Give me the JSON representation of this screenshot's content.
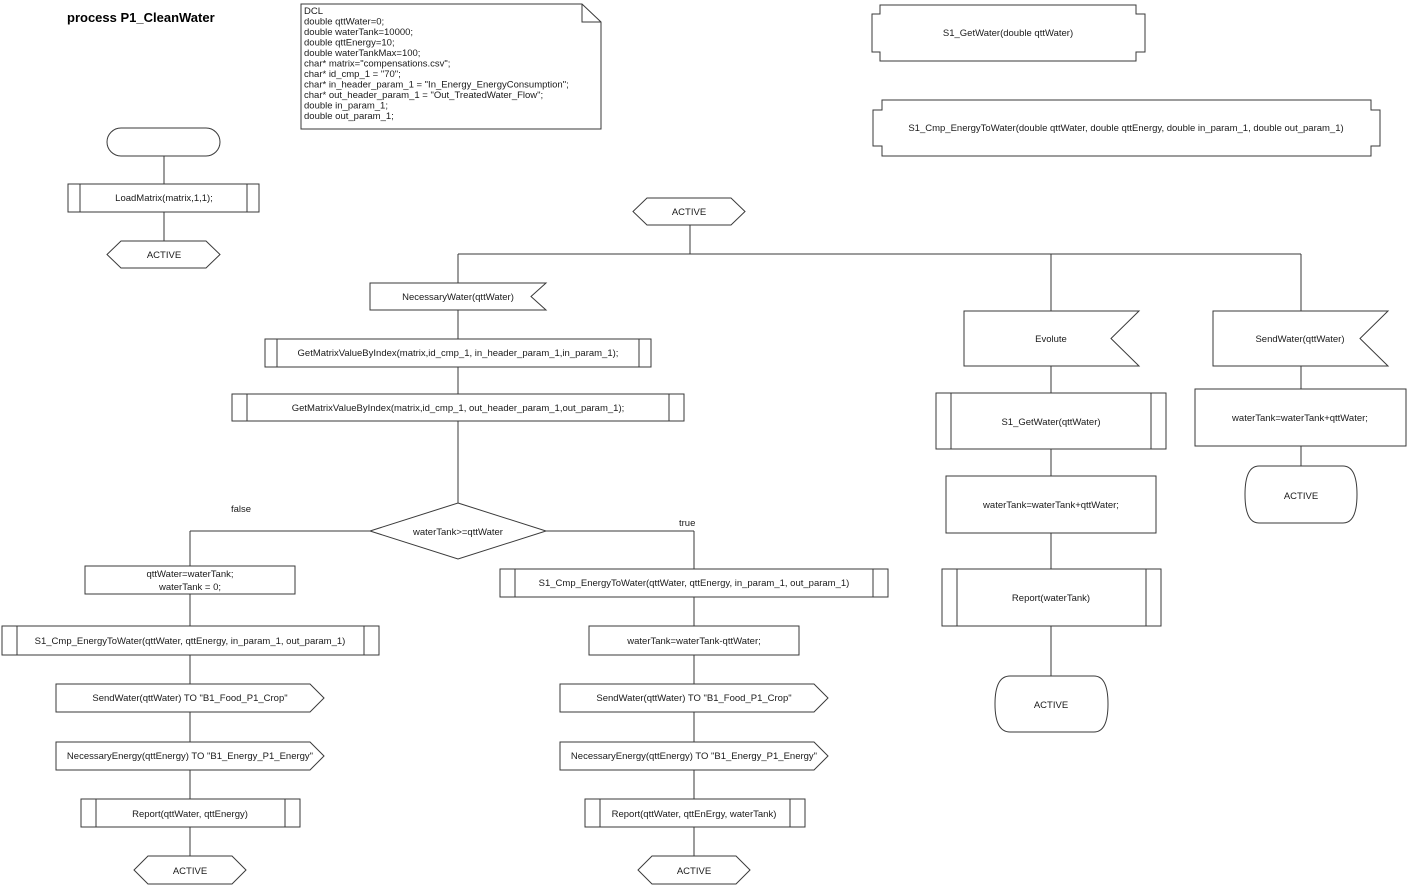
{
  "title": "process P1_CleanWater",
  "declarations": [
    "DCL",
    "double qttWater=0;",
    "double waterTank=10000;",
    "double qttEnergy=10;",
    "double waterTankMax=100;",
    "char* matrix=\"compensations.csv\";",
    "char* id_cmp_1 = \"70\";",
    "char* in_header_param_1 = \"In_Energy_EnergyConsumption\";",
    "char* out_header_param_1 = \"Out_TreatedWater_Flow\";",
    "double in_param_1;",
    "double out_param_1;"
  ],
  "procedures": {
    "get_water": "S1_GetWater(double qttWater)",
    "cmp_energy": "S1_Cmp_EnergyToWater(double qttWater, double qttEnergy, double in_param_1, double out_param_1)"
  },
  "start": {
    "load_matrix": "LoadMatrix(matrix,1,1);",
    "next_state": "ACTIVE"
  },
  "state_active": "ACTIVE",
  "branch_necessary": {
    "signal": "NecessaryWater(qttWater)",
    "get_in": "GetMatrixValueByIndex(matrix,id_cmp_1, in_header_param_1,in_param_1);",
    "get_out": "GetMatrixValueByIndex(matrix,id_cmp_1, out_header_param_1,out_param_1);",
    "decision": "waterTank>=qttWater",
    "false_label": "false",
    "true_label": "true",
    "false_path": {
      "task_lines": [
        "qttWater=waterTank;",
        "waterTank = 0;"
      ],
      "cmp": "S1_Cmp_EnergyToWater(qttWater, qttEnergy, in_param_1, out_param_1)",
      "send_water": "SendWater(qttWater) TO \"B1_Food_P1_Crop\"",
      "send_energy": "NecessaryEnergy(qttEnergy) TO \"B1_Energy_P1_Energy\"",
      "report": "Report(qttWater, qttEnergy)",
      "state": "ACTIVE"
    },
    "true_path": {
      "cmp": "S1_Cmp_EnergyToWater(qttWater, qttEnergy, in_param_1, out_param_1)",
      "task": "waterTank=waterTank-qttWater;",
      "send_water": "SendWater(qttWater) TO \"B1_Food_P1_Crop\"",
      "send_energy": "NecessaryEnergy(qttEnergy) TO \"B1_Energy_P1_Energy\"",
      "report": "Report(qttWater, qttEnErgy, waterTank)",
      "state": "ACTIVE"
    }
  },
  "branch_evolute": {
    "signal": "Evolute",
    "proc_call": "S1_GetWater(qttWater)",
    "task": "waterTank=waterTank+qttWater;",
    "report": "Report(waterTank)",
    "state": "ACTIVE"
  },
  "branch_sendwater": {
    "signal": "SendWater(qttWater)",
    "task": "waterTank=waterTank+qttWater;",
    "state": "ACTIVE"
  }
}
